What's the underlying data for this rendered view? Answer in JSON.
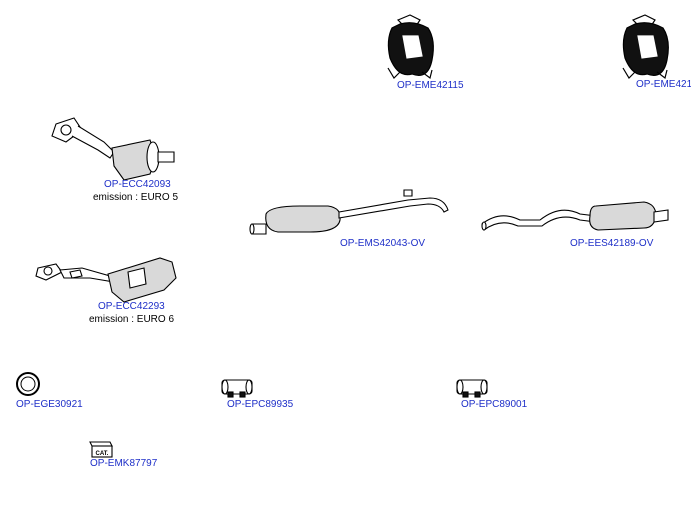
{
  "colors": {
    "link": "#1e2fc8",
    "line": "#000000",
    "fill": "#d9d9d9",
    "dark": "#111111",
    "background": "#ffffff"
  },
  "parts": [
    {
      "id": "eme42115",
      "code": "OP-EME42115",
      "icon": "catalytic-converter-mount-icon"
    },
    {
      "id": "eme421",
      "code": "OP-EME421",
      "icon": "catalytic-converter-mount-icon"
    },
    {
      "id": "ecc42093",
      "code": "OP-ECC42093",
      "note": "emission : EURO 5",
      "icon": "catalytic-converter-icon"
    },
    {
      "id": "ems42043",
      "code": "OP-EMS42043-OV",
      "icon": "middle-silencer-icon"
    },
    {
      "id": "ees42189",
      "code": "OP-EES42189-OV",
      "icon": "rear-silencer-icon"
    },
    {
      "id": "ecc42293",
      "code": "OP-ECC42293",
      "note": "emission : EURO 6",
      "icon": "catalytic-converter-icon"
    },
    {
      "id": "ege30921",
      "code": "OP-EGE30921",
      "icon": "gasket-ring-icon"
    },
    {
      "id": "epc89935",
      "code": "OP-EPC89935",
      "icon": "pipe-clamp-icon"
    },
    {
      "id": "epc89001",
      "code": "OP-EPC89001",
      "icon": "pipe-clamp-icon"
    },
    {
      "id": "emk87797",
      "code": "OP-EMK87797",
      "badge": "CAT.",
      "icon": "mounting-kit-icon"
    }
  ]
}
